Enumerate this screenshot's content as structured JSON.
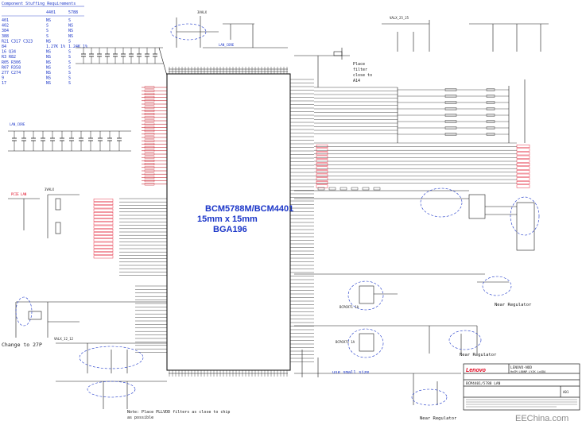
{
  "bom": {
    "title": "Component Stuffing Requirements",
    "col_a": "4401",
    "col_b": "5788",
    "rows": [
      {
        "ref": "401",
        "a": "NS",
        "b": "S"
      },
      {
        "ref": "402",
        "a": "S",
        "b": "NS"
      },
      {
        "ref": "384",
        "a": "S",
        "b": "NS"
      },
      {
        "ref": "388",
        "a": "S",
        "b": "NS"
      },
      {
        "ref": "R21 C317 C323",
        "a": "NS",
        "b": "S"
      },
      {
        "ref": "84",
        "a": "1.27K 1%",
        "b": "1.24K 1%"
      },
      {
        "ref": "16 Q34",
        "a": "NS",
        "b": "S"
      },
      {
        "ref": "R3 R82",
        "a": "NS",
        "b": "S"
      },
      {
        "ref": "R05 R306",
        "a": "NS",
        "b": "S"
      },
      {
        "ref": "R07 R358",
        "a": "NS",
        "b": "S"
      },
      {
        "ref": "277 C274",
        "a": "NS",
        "b": "S"
      },
      {
        "ref": "9",
        "a": "NS",
        "b": "S"
      },
      {
        "ref": "17",
        "a": "NS",
        "b": "S"
      }
    ]
  },
  "chip": {
    "name": "BCM5788M/BCM4401",
    "package": "15mm x 15mm",
    "bga": "BGA196"
  },
  "notes": {
    "change": "Change to 27P",
    "use_small": "use small size",
    "pll": "Note:  Place PLLVDD filters as close to chip",
    "pll2": "as possible",
    "place_filter": "Place",
    "place_filter2": "filter",
    "place_filter3": "close to",
    "place_filter4": "A14",
    "near_reg1": "Near Regulator",
    "near_reg2": "Near Regulator",
    "near_reg3": "Near Regulator"
  },
  "nets": {
    "lan_core": "LAN_CORE",
    "lan_core2": "LAN_CORE",
    "pcie_lan": "PCIE LAN",
    "v3valx": "3VALX",
    "v3valx2": "3VALX",
    "valx_2v5": "VALX_25_25",
    "valx_1v2": "VALX_12_12"
  },
  "parts": {
    "q1": "BCP6971 1A",
    "q2": "BCP6971 1A"
  },
  "title_block": {
    "company": "LENOVO-NOD",
    "subtitle": "HeZM L80NP LYJK LxXDA",
    "logo": "Lenovo",
    "sheet_name": "BCM4401/5788 LAN",
    "rev": "A01"
  },
  "watermark": "EEChina.com",
  "colors": {
    "wire": "#1a1a1a",
    "red": "#e0001a",
    "blue": "#1a35c8",
    "pin": "#c00010"
  }
}
